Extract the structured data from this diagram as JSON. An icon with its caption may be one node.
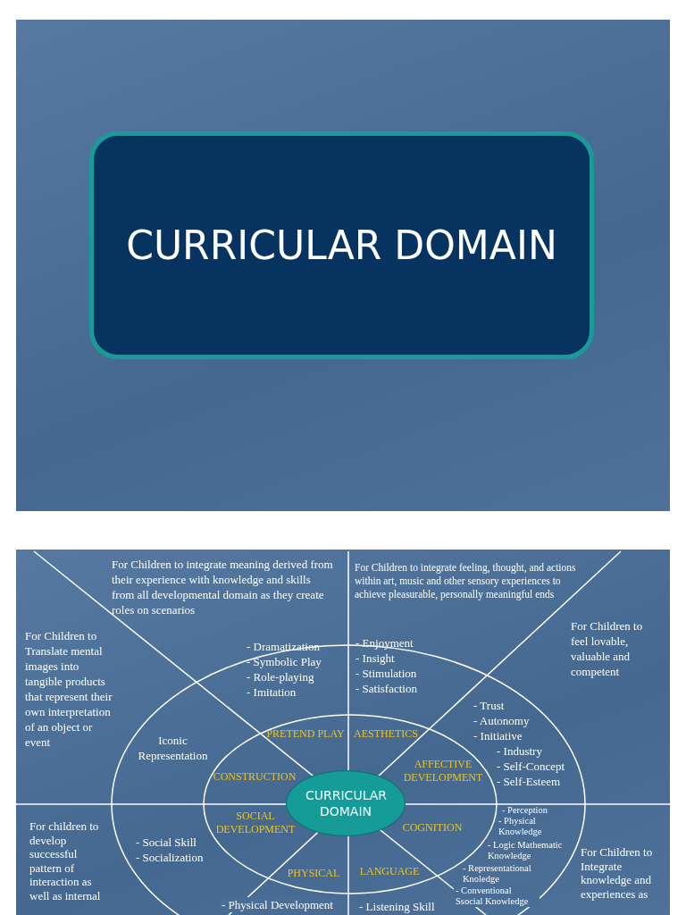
{
  "diagram": {
    "nodes": [
      {
        "text": [
          "CURRICULAR DOMAIN"
        ]
      },
      {
        "text": [
          "CURRICULAR DOMAIN"
        ]
      }
    ],
    "labels": [
      "For Children to integrate meaning derived from their experience with knowledge and skills from all developmental domain as they create roles on scenarios",
      "For Children to integrate feeling, thought, and actions within art, music and other sensory experiences to achieve pleasurable, personally meaningful ends",
      "For Children to Translate mental images into tangible products that represent their own interpretation of an object or event",
      "- Dramatization",
      "- Symbolic Play",
      "- Role-playing",
      "- Imitation",
      "- Enjoyment",
      "- Insight",
      "- Stimulation",
      "- Satisfaction",
      "For Children to feel lovable, valuable and competent",
      "- Trust",
      "- Autonomy",
      "- Initiative",
      "- Industry",
      "- Self-Concept",
      "- Self-Esteem",
      "Iconic Representation",
      "PRETEND PLAY",
      "AESTHETICS",
      "CONSTRUCTION",
      "AFFECTIVE DEVELOPMENT",
      "For children to develop successful pattern of interaction as well as internal",
      "- Social Skill",
      "- Socialization",
      "SOCIAL DEVELOPMENT",
      "COGNITION",
      "- Perception",
      "- Physical Knowledge",
      "- Logic Mathematic Knowledge",
      "- Representational Knoledge",
      "- Conventional Ssocial Knowledge",
      "PHYSICAL",
      "LANGUAGE",
      "For Children to Integrate knowledge and experiences as",
      "- Physical Development",
      "- Listening Skill"
    ]
  }
}
